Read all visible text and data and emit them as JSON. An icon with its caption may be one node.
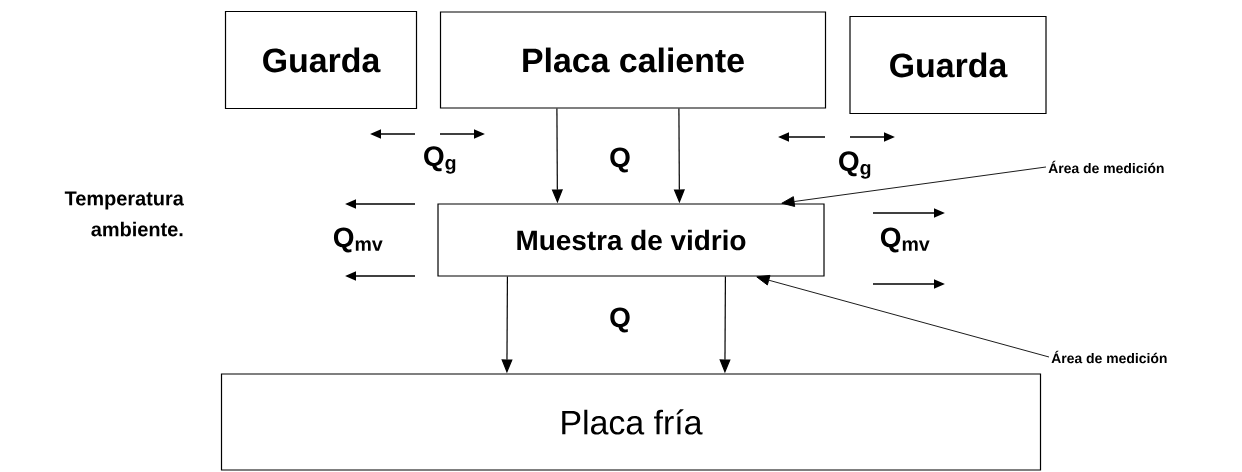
{
  "diagram": {
    "nodes": [
      {
        "text": [
          "Guarda"
        ]
      },
      {
        "text": [
          "Placa caliente"
        ]
      },
      {
        "text": [
          "Guarda"
        ]
      },
      {
        "text": [
          "Muestra de vidrio"
        ]
      },
      {
        "text": [
          "Placa fría"
        ]
      },
      {
        "text": [
          "Área de medición"
        ]
      },
      {
        "text": [
          "Área de medición"
        ]
      }
    ],
    "edges": [
      {
        "from": 1,
        "to": 3,
        "arrow": "to"
      },
      {
        "from": 1,
        "to": 3,
        "arrow": "to"
      },
      {
        "from": 3,
        "to": 4,
        "arrow": "to"
      },
      {
        "from": 3,
        "to": 4,
        "arrow": "to"
      },
      {
        "from": 5,
        "to": 3,
        "arrow": "to"
      },
      {
        "from": 6,
        "to": 3,
        "arrow": "to"
      }
    ],
    "labels": [
      "Q$_{g}$",
      "Q",
      "Q$_{g}$",
      "Temperatura ambiente.",
      "Q$_{mv}$",
      "Q$_{mv}$",
      "Q"
    ]
  }
}
